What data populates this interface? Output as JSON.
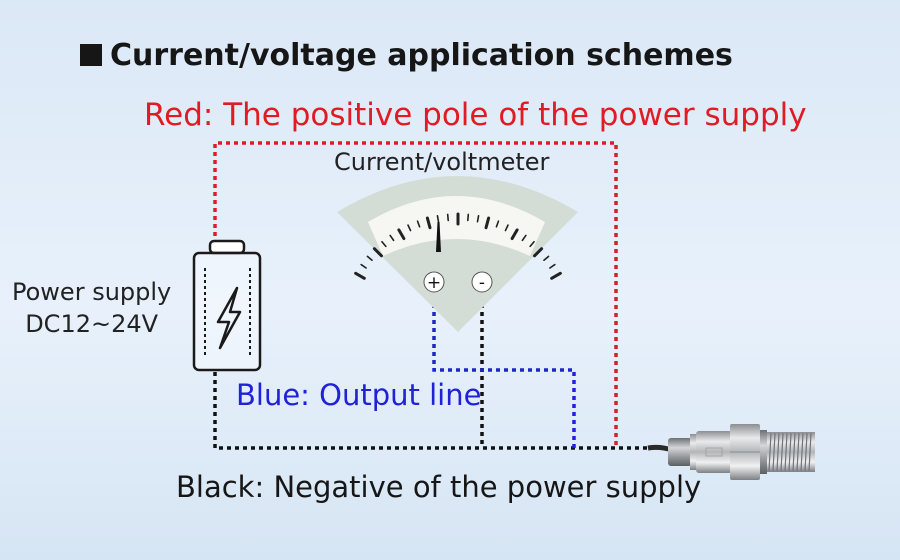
{
  "title": "Current/voltage application schemes",
  "labels": {
    "red_wire": "Red: The positive pole of the power supply",
    "meter": "Current/voltmeter",
    "power_supply_line1": "Power supply",
    "power_supply_line2": "DC12~24V",
    "blue_wire": "Blue: Output line",
    "black_wire": "Black: Negative of the power supply"
  },
  "meter": {
    "plus_symbol": "+",
    "minus_symbol": "-"
  },
  "colors": {
    "red_wire": "#e01b24",
    "blue_wire": "#1f22d6",
    "black_wire": "#111111",
    "meter_face": "#d5dfd8",
    "sensor_metal": "#b9bcbf"
  },
  "icons": [
    "battery-icon",
    "lightning-icon",
    "ammeter-icon",
    "pressure-sensor-icon"
  ]
}
